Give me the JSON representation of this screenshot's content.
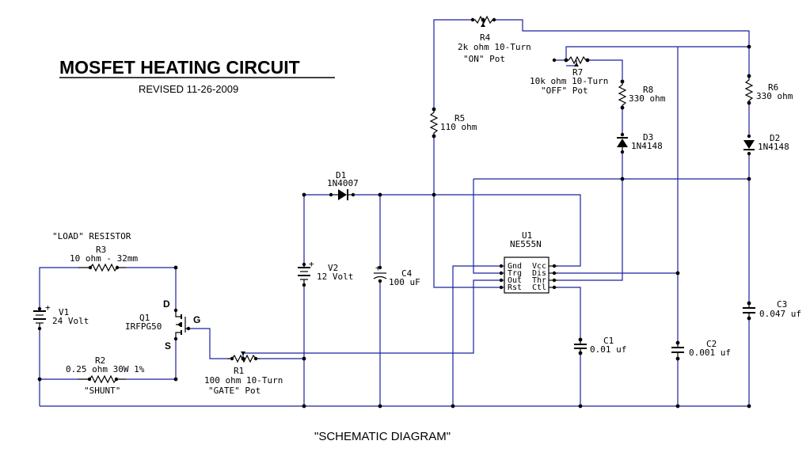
{
  "title": "MOSFET HEATING CIRCUIT",
  "revised": "REVISED  11-26-2009",
  "caption": "\"SCHEMATIC  DIAGRAM\"",
  "load_heading": "\"LOAD\" RESISTOR",
  "components": {
    "R3": {
      "ref": "R3",
      "value": "10 ohm - 32mm"
    },
    "R2": {
      "ref": "R2",
      "value": "0.25 ohm 30W 1%",
      "note": "\"SHUNT\""
    },
    "V1": {
      "ref": "V1",
      "value": "24 Volt"
    },
    "Q1": {
      "ref": "Q1",
      "value": "IRFPG50",
      "pin_d": "D",
      "pin_g": "G",
      "pin_s": "S"
    },
    "R1": {
      "ref": "R1",
      "value": "100 ohm 10-Turn",
      "note": "\"GATE\" Pot"
    },
    "V2": {
      "ref": "V2",
      "value": "12 Volt"
    },
    "D1": {
      "ref": "D1",
      "value": "1N4007"
    },
    "C4": {
      "ref": "C4",
      "value": "100 uF"
    },
    "R5": {
      "ref": "R5",
      "value": "110 ohm"
    },
    "R4": {
      "ref": "R4",
      "value": "2k ohm 10-Turn",
      "note": "\"ON\" Pot"
    },
    "R7": {
      "ref": "R7",
      "value": "10k ohm 10-Turn",
      "note": "\"OFF\" Pot"
    },
    "R8": {
      "ref": "R8",
      "value": "330 ohm"
    },
    "D3": {
      "ref": "D3",
      "value": "1N4148"
    },
    "R6": {
      "ref": "R6",
      "value": "330 ohm"
    },
    "D2": {
      "ref": "D2",
      "value": "1N4148"
    },
    "U1": {
      "ref": "U1",
      "value": "NE555N",
      "pins_left": [
        "Gnd",
        "Trg",
        "Out",
        "Rst"
      ],
      "pins_right": [
        "Vcc",
        "Dis",
        "Thr",
        "Ctl"
      ]
    },
    "C1": {
      "ref": "C1",
      "value": "0.01 uf"
    },
    "C2": {
      "ref": "C2",
      "value": "0.001 uf"
    },
    "C3": {
      "ref": "C3",
      "value": "0.047 uf"
    }
  },
  "colors": {
    "wire": "#1a22a0",
    "component": "#000000",
    "background": "#ffffff"
  }
}
